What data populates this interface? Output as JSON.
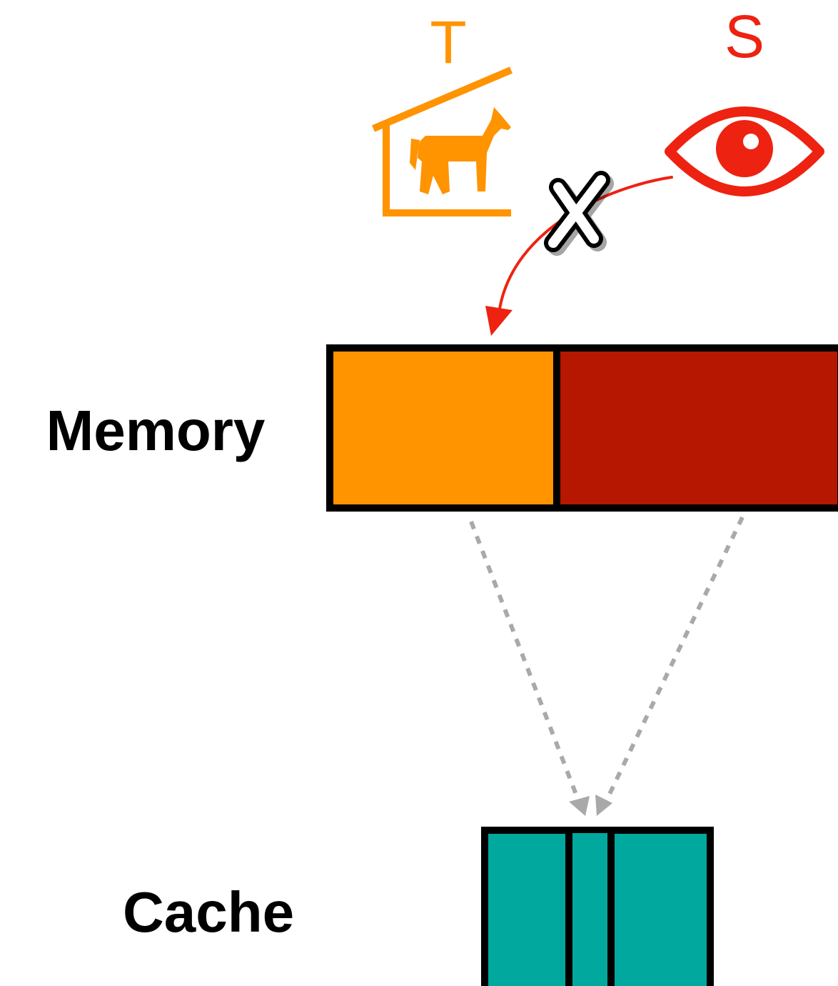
{
  "labels": {
    "trojan": "T",
    "spy": "S",
    "memory": "Memory",
    "cache": "Cache"
  },
  "colors": {
    "trojan": "#FF9300",
    "spy": "#EE2211",
    "memory_trojan_region": "#FF9300",
    "memory_spy_region": "#B51700",
    "cache": "#00A89D",
    "mapping_arrow": "#A9A9A9",
    "blocked_arrow": "#EE2211",
    "outline": "#000000"
  },
  "icons": {
    "trojan": "horse-in-stable-icon",
    "spy": "eye-icon",
    "blocked": "cross-mark-icon"
  }
}
